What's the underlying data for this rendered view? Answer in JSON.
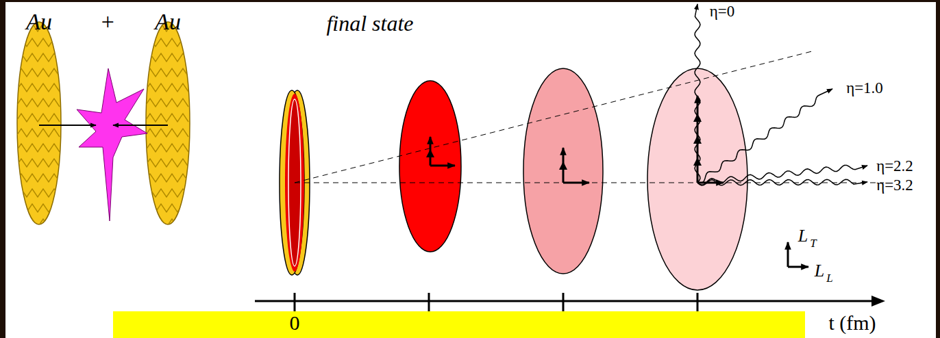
{
  "diagram": {
    "labels": [
      "Au",
      "+",
      "Au",
      "final state",
      "η=0",
      "η=1.0",
      "η=2.2",
      "η=3.2",
      "L",
      "T",
      "L",
      "L",
      "0",
      "t (fm)"
    ]
  }
}
